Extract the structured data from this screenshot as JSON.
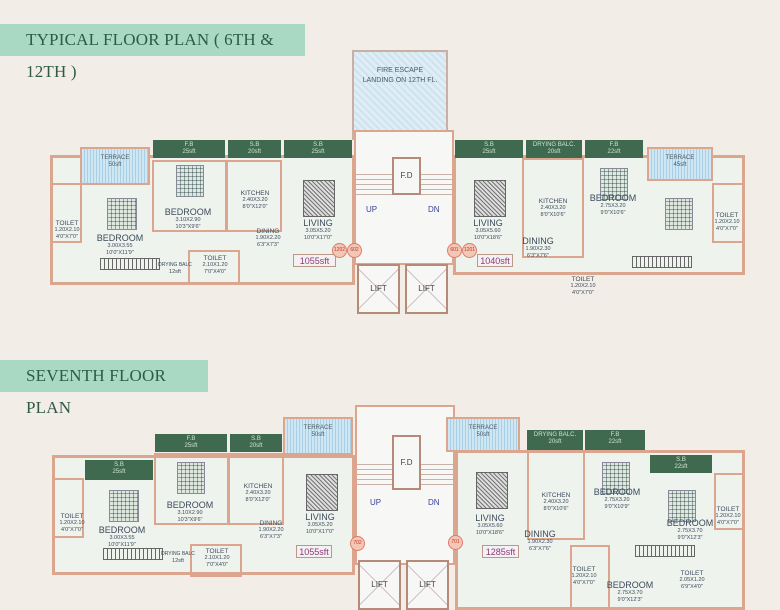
{
  "titles": {
    "typical": "TYPICAL FLOOR PLAN ( 6TH & 12TH )",
    "seventh": "SEVENTH FLOOR PLAN"
  },
  "core": {
    "fire_escape": "FIRE ESCAPE\nLANDING ON 12TH FL.",
    "fd": "F.D",
    "up": "UP",
    "dn": "DN",
    "lift": "LIFT"
  },
  "typical": {
    "left": {
      "strips": [
        "F.B\n25sft",
        "S.B\n20sft",
        "S.B\n25sft"
      ],
      "terrace": "TERRACE\n50sft",
      "rooms": [
        {
          "name": "TOILET",
          "metric": "1.20X2.10",
          "imperial": "4'0\"X7'0\""
        },
        {
          "name": "BEDROOM",
          "metric": "3.00X3.55",
          "imperial": "10'0\"X11'9\""
        },
        {
          "name": "BEDROOM",
          "metric": "3.10X2.90",
          "imperial": "10'3\"X9'6\""
        },
        {
          "name": "KITCHEN",
          "metric": "2.40X3.20",
          "imperial": "8'0\"X12'0\""
        },
        {
          "name": "DINING",
          "metric": "1.90X2.20",
          "imperial": "6'3\"X7'3\""
        },
        {
          "name": "LIVING",
          "metric": "3.05X5.20",
          "imperial": "10'0\"X17'0\""
        },
        {
          "name": "TOILET",
          "metric": "2.10X1.20",
          "imperial": "7'0\"X4'0\""
        },
        {
          "name": "DRYING BALC",
          "metric": "12sft",
          "imperial": ""
        }
      ],
      "area": "1055sft",
      "badges": [
        "1202",
        "602"
      ]
    },
    "right": {
      "strips": [
        "S.B\n25sft",
        "DRYING BALC.\n20sft",
        "F.B\n22sft"
      ],
      "terrace": "TERRACE\n45sft",
      "rooms": [
        {
          "name": "LIVING",
          "metric": "3.05X5.60",
          "imperial": "10'0\"X18'6\""
        },
        {
          "name": "KITCHEN",
          "metric": "2.40X3.20",
          "imperial": "8'0\"X10'6\""
        },
        {
          "name": "BEDROOM",
          "metric": "2.75X3.20",
          "imperial": "9'0\"X10'6\""
        },
        {
          "name": "TOILET",
          "metric": "1.20X2.10",
          "imperial": "4'0\"X7'0\""
        },
        {
          "name": "DINING",
          "metric": "1.90X2.30",
          "imperial": "6'3\"X7'6\""
        },
        {
          "name": "TOILET",
          "metric": "1.20X2.10",
          "imperial": "4'0\"X7'0\""
        }
      ],
      "area": "1040sft",
      "badges": [
        "601",
        "1201"
      ]
    }
  },
  "seventh": {
    "left": {
      "strips": [
        "S.B\n25sft",
        "F.B\n25sft",
        "S.B\n20sft"
      ],
      "terrace": "TERRACE\n50sft",
      "rooms": [
        {
          "name": "TOILET",
          "metric": "1.20X2.10",
          "imperial": "4'0\"X7'0\""
        },
        {
          "name": "BEDROOM",
          "metric": "3.00X3.55",
          "imperial": "10'0\"X11'9\""
        },
        {
          "name": "BEDROOM",
          "metric": "3.10X2.90",
          "imperial": "10'3\"X9'6\""
        },
        {
          "name": "KITCHEN",
          "metric": "2.40X3.20",
          "imperial": "8'0\"X12'0\""
        },
        {
          "name": "DINING",
          "metric": "1.90X2.20",
          "imperial": "6'3\"X7'3\""
        },
        {
          "name": "LIVING",
          "metric": "3.05X5.20",
          "imperial": "10'0\"X17'0\""
        },
        {
          "name": "TOILET",
          "metric": "2.10X1.20",
          "imperial": "7'0\"X4'0\""
        },
        {
          "name": "DRYING BALC",
          "metric": "12sft",
          "imperial": ""
        }
      ],
      "area": "1055sft",
      "badges": [
        "702"
      ]
    },
    "right": {
      "strips": [
        "DRYING BALC.\n20sft",
        "F.B\n22sft",
        "S.B\n22sft"
      ],
      "terrace": "TERRACE\n50sft",
      "rooms": [
        {
          "name": "LIVING",
          "metric": "3.05X5.60",
          "imperial": "10'0\"X18'6\""
        },
        {
          "name": "KITCHEN",
          "metric": "2.40X3.20",
          "imperial": "8'0\"X10'6\""
        },
        {
          "name": "BEDROOM",
          "metric": "2.75X3.20",
          "imperial": "9'0\"X10'9\""
        },
        {
          "name": "TOILET",
          "metric": "1.20X2.10",
          "imperial": "4'0\"X7'0\""
        },
        {
          "name": "BEDROOM",
          "metric": "2.75X3.70",
          "imperial": "9'0\"X12'3\""
        },
        {
          "name": "DINING",
          "metric": "1.90X2.30",
          "imperial": "6'3\"X7'6\""
        },
        {
          "name": "TOILET",
          "metric": "1.20X2.10",
          "imperial": "4'0\"X7'0\""
        },
        {
          "name": "TOILET",
          "metric": "2.05X1.20",
          "imperial": "6'9\"X4'0\""
        },
        {
          "name": "BEDROOM",
          "metric": "2.75X3.70",
          "imperial": "9'0\"X12'3\""
        }
      ],
      "area": "1285sft",
      "badges": [
        "701"
      ]
    }
  }
}
